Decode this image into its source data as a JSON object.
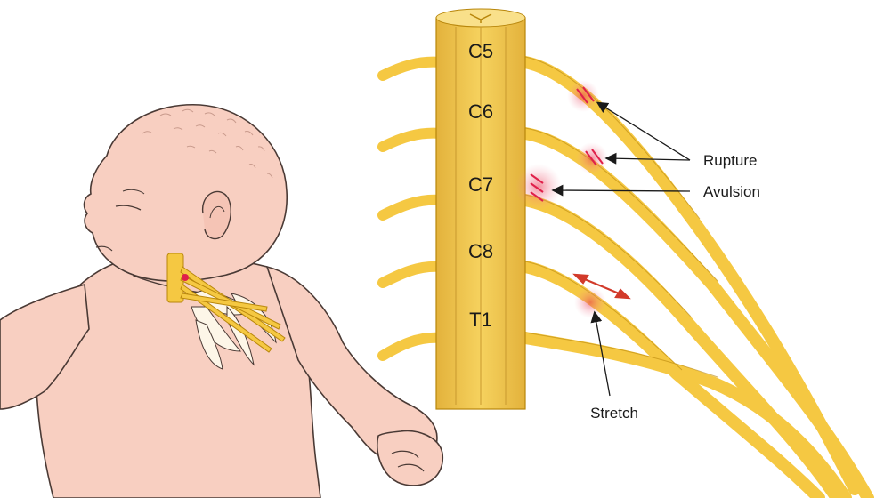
{
  "segments": [
    "C5",
    "C6",
    "C7",
    "C8",
    "T1"
  ],
  "annotations": {
    "rupture": "Rupture",
    "avulsion": "Avulsion",
    "stretch": "Stretch"
  },
  "colors": {
    "nerve": "#f5c842",
    "nerve_outline": "#b8860b",
    "cord": "#f2c84e",
    "skin": "#f8cfc1",
    "skin_outline": "#4a3a35",
    "injury": "#e0204a",
    "arrow_red": "#d23a2a"
  }
}
